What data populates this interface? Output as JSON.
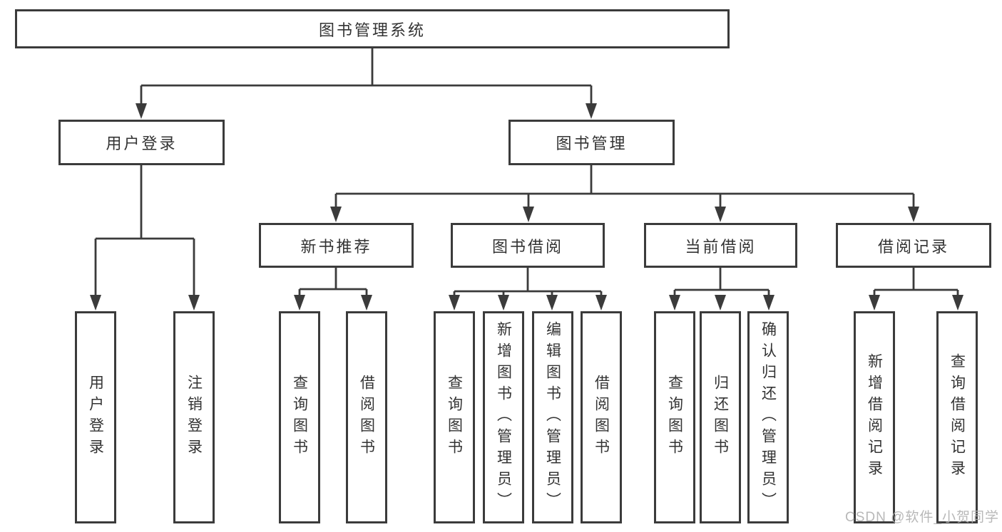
{
  "diagram": {
    "title": "图书管理系统",
    "watermark": "CSDN @软件_小贺同学",
    "colors": {
      "line": "#3b3b3b",
      "text": "#333333",
      "watermark": "#b0b0b0",
      "background": "#ffffff"
    }
  },
  "nodes": {
    "root": {
      "label": "图书管理系统"
    },
    "user_login": {
      "label": "用户登录"
    },
    "book_management": {
      "label": "图书管理"
    },
    "new_book_recommend": {
      "label": "新书推荐"
    },
    "book_borrow": {
      "label": "图书借阅"
    },
    "current_borrow": {
      "label": "当前借阅"
    },
    "borrow_record": {
      "label": "借阅记录"
    }
  },
  "leaves": {
    "user_login": {
      "label": "用户登录",
      "parent": "用户登录"
    },
    "logout": {
      "label": "注销登录",
      "parent": "用户登录"
    },
    "nb_query_book": {
      "label": "查询图书",
      "parent": "新书推荐"
    },
    "nb_borrow_book": {
      "label": "借阅图书",
      "parent": "新书推荐"
    },
    "bb_query_book": {
      "label": "查询图书",
      "parent": "图书借阅"
    },
    "bb_add_book": {
      "label": "新增图书（管理员）",
      "parent": "图书借阅"
    },
    "bb_edit_book": {
      "label": "编辑图书（管理员）",
      "parent": "图书借阅"
    },
    "bb_borrow_book": {
      "label": "借阅图书",
      "parent": "图书借阅"
    },
    "cb_query_book": {
      "label": "查询图书",
      "parent": "当前借阅"
    },
    "cb_return_book": {
      "label": "归还图书",
      "parent": "当前借阅"
    },
    "cb_confirm_return": {
      "label": "确认归还（管理员）",
      "parent": "当前借阅"
    },
    "br_add_record": {
      "label": "新增借阅记录",
      "parent": "借阅记录"
    },
    "br_query_record": {
      "label": "查询借阅记录",
      "parent": "借阅记录"
    }
  }
}
